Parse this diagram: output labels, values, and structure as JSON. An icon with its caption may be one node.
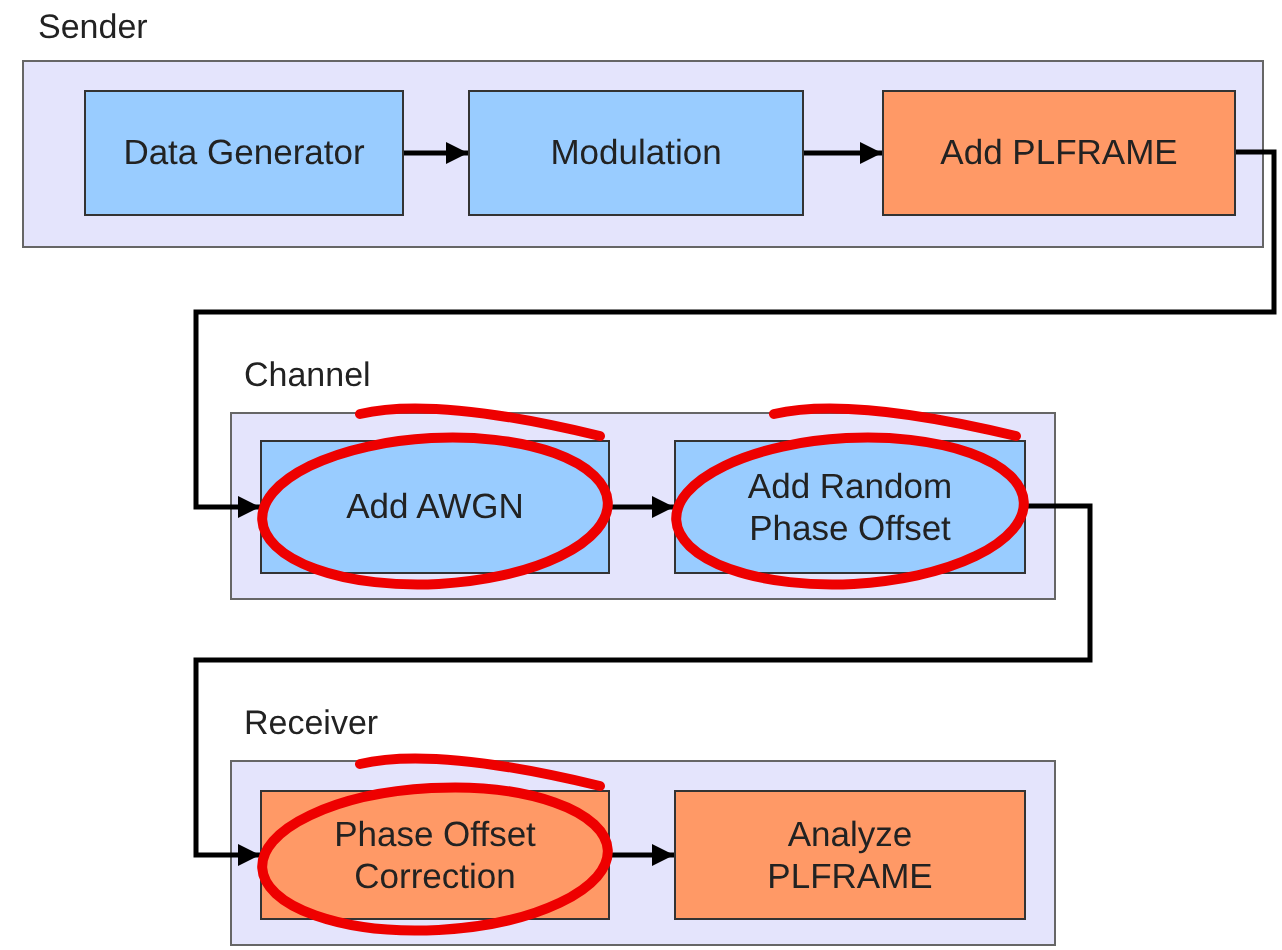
{
  "diagram": {
    "nodes": [
      {
        "text": [
          "Sender"
        ]
      },
      {
        "text": [
          "Data Generator"
        ],
        "in": 0
      },
      {
        "text": [
          "Modulation"
        ],
        "in": 0
      },
      {
        "text": [
          "Add PLFRAME"
        ],
        "in": 0
      },
      {
        "text": [
          "Channel"
        ]
      },
      {
        "text": [
          "Add AWGN"
        ],
        "in": 4
      },
      {
        "text": [
          "Add Random Phase Offset"
        ],
        "in": 4
      },
      {
        "text": [
          "Receiver"
        ]
      },
      {
        "text": [
          "Phase Offset Correction"
        ],
        "in": 7
      },
      {
        "text": [
          "Analyze PLFRAME"
        ],
        "in": 7
      }
    ],
    "edges": [
      {
        "from": 1,
        "to": 2,
        "arrow": "to"
      },
      {
        "from": 2,
        "to": 3,
        "arrow": "to"
      },
      {
        "from": 3,
        "to": 5,
        "arrow": "to"
      },
      {
        "from": 5,
        "to": 6,
        "arrow": "to"
      },
      {
        "from": 6,
        "to": 8,
        "arrow": "to"
      },
      {
        "from": 8,
        "to": 9,
        "arrow": "to"
      }
    ]
  }
}
